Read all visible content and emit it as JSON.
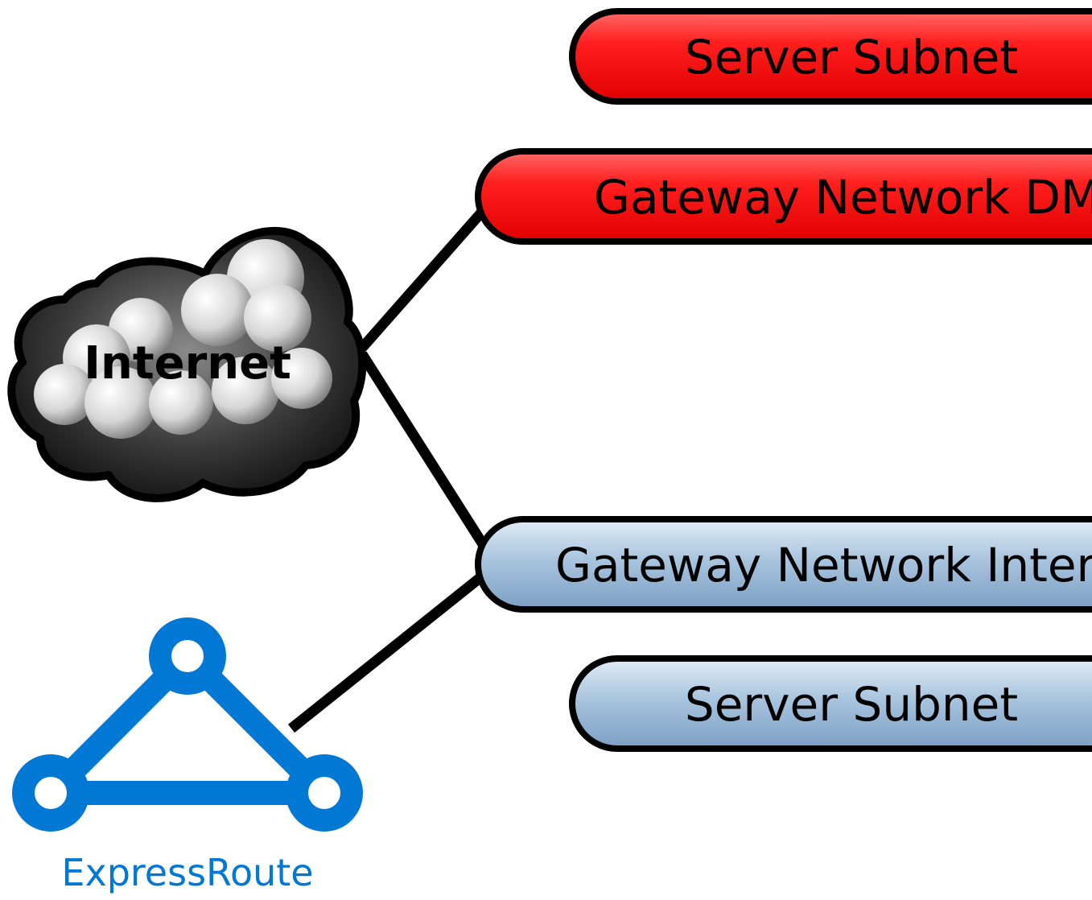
{
  "internet": {
    "label": "Internet"
  },
  "expressroute": {
    "label": "ExpressRoute",
    "color": "#0078d4"
  },
  "subnets": {
    "server_top": {
      "label": "Server Subnet",
      "color": "#ff1a1a"
    },
    "gateway_dmz": {
      "label": "Gateway Network DMZ",
      "color": "#ff1a1a"
    },
    "gateway_internal": {
      "label": "Gateway Network Internal",
      "color": "#9dbad6"
    },
    "server_bottom": {
      "label": "Server Subnet",
      "color": "#9dbad6"
    }
  },
  "connector_color": "#000000"
}
